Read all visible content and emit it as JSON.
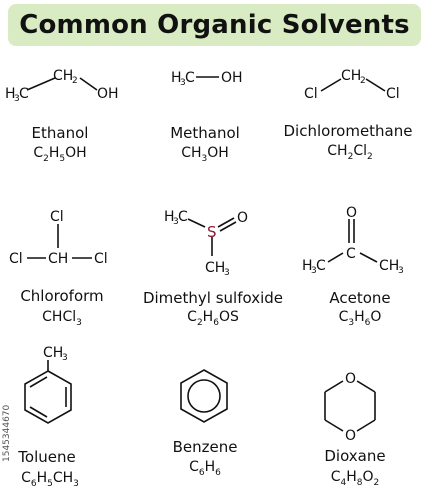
{
  "title": "Common Organic Solvents",
  "compounds": [
    {
      "name": "Ethanol",
      "formula_parts": [
        "C",
        "2",
        "H",
        "5",
        "OH"
      ],
      "atom_labels": {
        "a1": "H",
        "a1s": "3",
        "a1c": "C",
        "a2": "CH",
        "a2s": "2",
        "a3": "OH"
      }
    },
    {
      "name": "Methanol",
      "formula_parts": [
        "CH",
        "3",
        "OH"
      ],
      "atom_labels": {
        "a1": "H",
        "a1s": "3",
        "a1c": "C",
        "a2": "OH"
      }
    },
    {
      "name": "Dichloromethane",
      "formula_parts": [
        "CH",
        "2",
        "Cl",
        "2"
      ],
      "atom_labels": {
        "a1": "Cl",
        "a2": "CH",
        "a2s": "2",
        "a3": "Cl"
      }
    },
    {
      "name": "Chloroform",
      "formula_parts": [
        "CHCl",
        "3"
      ],
      "atom_labels": {
        "top": "Cl",
        "left": "Cl",
        "center": "CH",
        "right": "Cl"
      }
    },
    {
      "name": "Dimethyl sulfoxide",
      "formula_parts": [
        "C",
        "2",
        "H",
        "6",
        "OS"
      ],
      "atom_labels": {
        "a1": "H",
        "a1s": "3",
        "a1c": "C",
        "s": "S",
        "o": "O",
        "a2": "CH",
        "a2s": "3"
      }
    },
    {
      "name": "Acetone",
      "formula_parts": [
        "C",
        "3",
        "H",
        "6",
        "O"
      ],
      "atom_labels": {
        "o": "O",
        "l": "H",
        "ls": "3",
        "lc": "C",
        "c": "C",
        "r": "CH",
        "rs": "3"
      }
    },
    {
      "name": "Toluene",
      "formula_parts": [
        "C",
        "6",
        "H",
        "5",
        "CH",
        "3"
      ],
      "atom_labels": {
        "m": "CH",
        "ms": "3"
      }
    },
    {
      "name": "Benzene",
      "formula_parts": [
        "C",
        "6",
        "H",
        "6"
      ]
    },
    {
      "name": "Dioxane",
      "formula_parts": [
        "C",
        "4",
        "H",
        "8",
        "O",
        "2"
      ],
      "atom_labels": {
        "o1": "O",
        "o2": "O"
      }
    }
  ],
  "watermark": "1545344670",
  "colors": {
    "banner": "#d8ebc2",
    "sulfur": "#8b1a3a",
    "text": "#111111"
  }
}
